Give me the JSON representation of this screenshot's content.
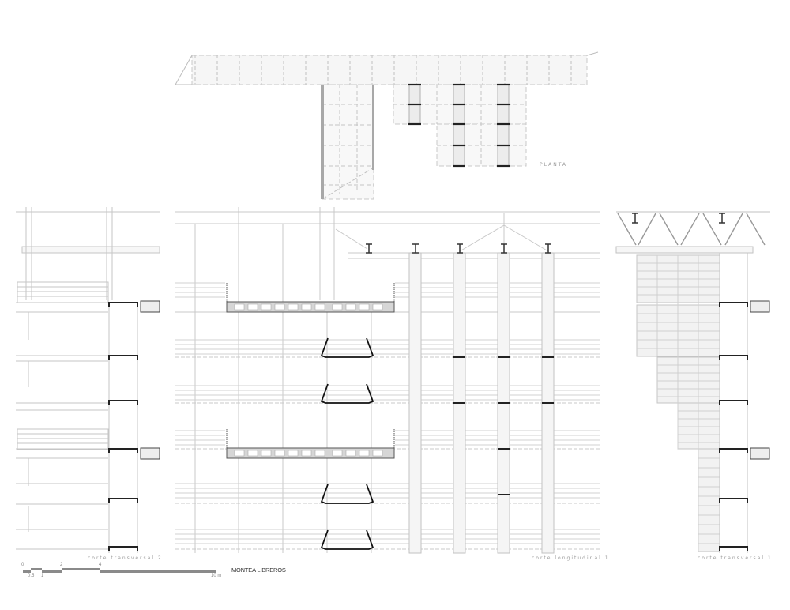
{
  "sheet": {
    "project_title": "MONTEA LIBREROS",
    "background": "#ffffff",
    "line_color": "#bdbdbd",
    "heavy_line_color": "#222222",
    "slab_fill": "#d8d8d8"
  },
  "drawings": {
    "plan": {
      "label": "PLANTA"
    },
    "section_transversal_2": {
      "label": "corte transversal 2"
    },
    "section_longitudinal_1": {
      "label": "corte longitudinal 1"
    },
    "section_transversal_1": {
      "label": "corte transversal 1"
    }
  },
  "scale_bar": {
    "ticks_top": [
      "0",
      "2",
      "4"
    ],
    "ticks_bottom": [
      "0.5",
      "1",
      "10 m"
    ],
    "unit": "m"
  }
}
